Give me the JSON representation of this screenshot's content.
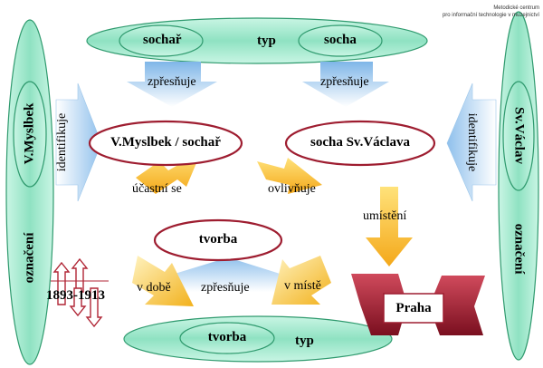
{
  "credit": {
    "line1": "Metodické centrum",
    "line2": "pro informační technologie v muzejnictví"
  },
  "top_row": {
    "left_inner": "sochař",
    "middle": "typ",
    "right_inner": "socha"
  },
  "refine_left": "zpřesňuje",
  "refine_right": "zpřesňuje",
  "left_column": {
    "name": "V.Myslbek",
    "designation": "označení"
  },
  "right_column": {
    "name": "Sv.Václav",
    "designation": "označení"
  },
  "identifies_left": "identifikuje",
  "identifies_right": "identifikuje",
  "node_sculptor": "V.Myslbek / sochař",
  "node_statue": "socha Sv.Václava",
  "participates": "účastní se",
  "influences": "ovlivňuje",
  "placement": "umístění",
  "node_creation": "tvorba",
  "at_time": "v době",
  "refine_bottom": "zpřesňuje",
  "at_place": "v místě",
  "years": "1893-1913",
  "place": "Praha",
  "bottom_row": {
    "inner": "tvorba",
    "middle": "typ"
  },
  "colors": {
    "green_fill": "#9ee8cc",
    "green_stroke": "#2f9a6e",
    "red_fill": "#ffffff",
    "red_stroke": "#9e1d30",
    "blue_arrow": "#a9d1f0",
    "yellow_arrow": "#f7c21c",
    "maroon_block": "#9a1a2a"
  }
}
